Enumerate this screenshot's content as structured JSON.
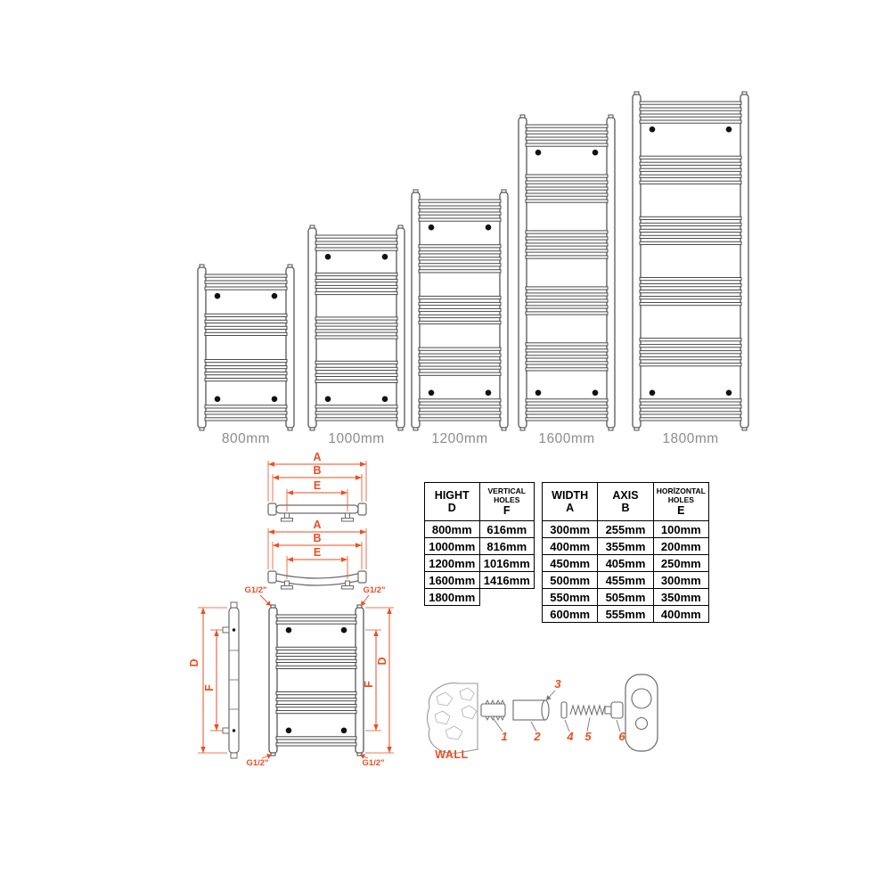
{
  "colors": {
    "accent": "#ee4d22",
    "line": "#4a4a4a",
    "bar_gray": "#6a6a6a",
    "label_gray": "#8c8c8c",
    "table_border": "#000000"
  },
  "radiators": {
    "items": [
      {
        "label": "800mm"
      },
      {
        "label": "1000mm"
      },
      {
        "label": "1200mm"
      },
      {
        "label": "1600mm"
      },
      {
        "label": "1800mm"
      }
    ]
  },
  "dims": {
    "a": "A",
    "b": "B",
    "e": "E",
    "d": "D",
    "f": "F",
    "conn": "G1/2\""
  },
  "height_table": {
    "headers": [
      [
        "HIGHT",
        "D"
      ],
      [
        "VERTICAL",
        "HOLES",
        "F"
      ]
    ],
    "rows": [
      [
        "800mm",
        "616mm"
      ],
      [
        "1000mm",
        "816mm"
      ],
      [
        "1200mm",
        "1016mm"
      ],
      [
        "1600mm",
        "1416mm"
      ],
      [
        "1800mm",
        ""
      ]
    ]
  },
  "width_table": {
    "headers": [
      [
        "WIDTH",
        "A"
      ],
      [
        "AXIS",
        "B"
      ],
      [
        "HORİZONTAL",
        "HOLES",
        "E"
      ]
    ],
    "rows": [
      [
        "300mm",
        "255mm",
        "100mm"
      ],
      [
        "400mm",
        "355mm",
        "200mm"
      ],
      [
        "450mm",
        "405mm",
        "250mm"
      ],
      [
        "500mm",
        "455mm",
        "300mm"
      ],
      [
        "550mm",
        "505mm",
        "350mm"
      ],
      [
        "600mm",
        "555mm",
        "400mm"
      ]
    ]
  },
  "mounting": {
    "wall_label": "WALL",
    "parts": [
      "1",
      "2",
      "3",
      "4",
      "5",
      "6"
    ]
  }
}
